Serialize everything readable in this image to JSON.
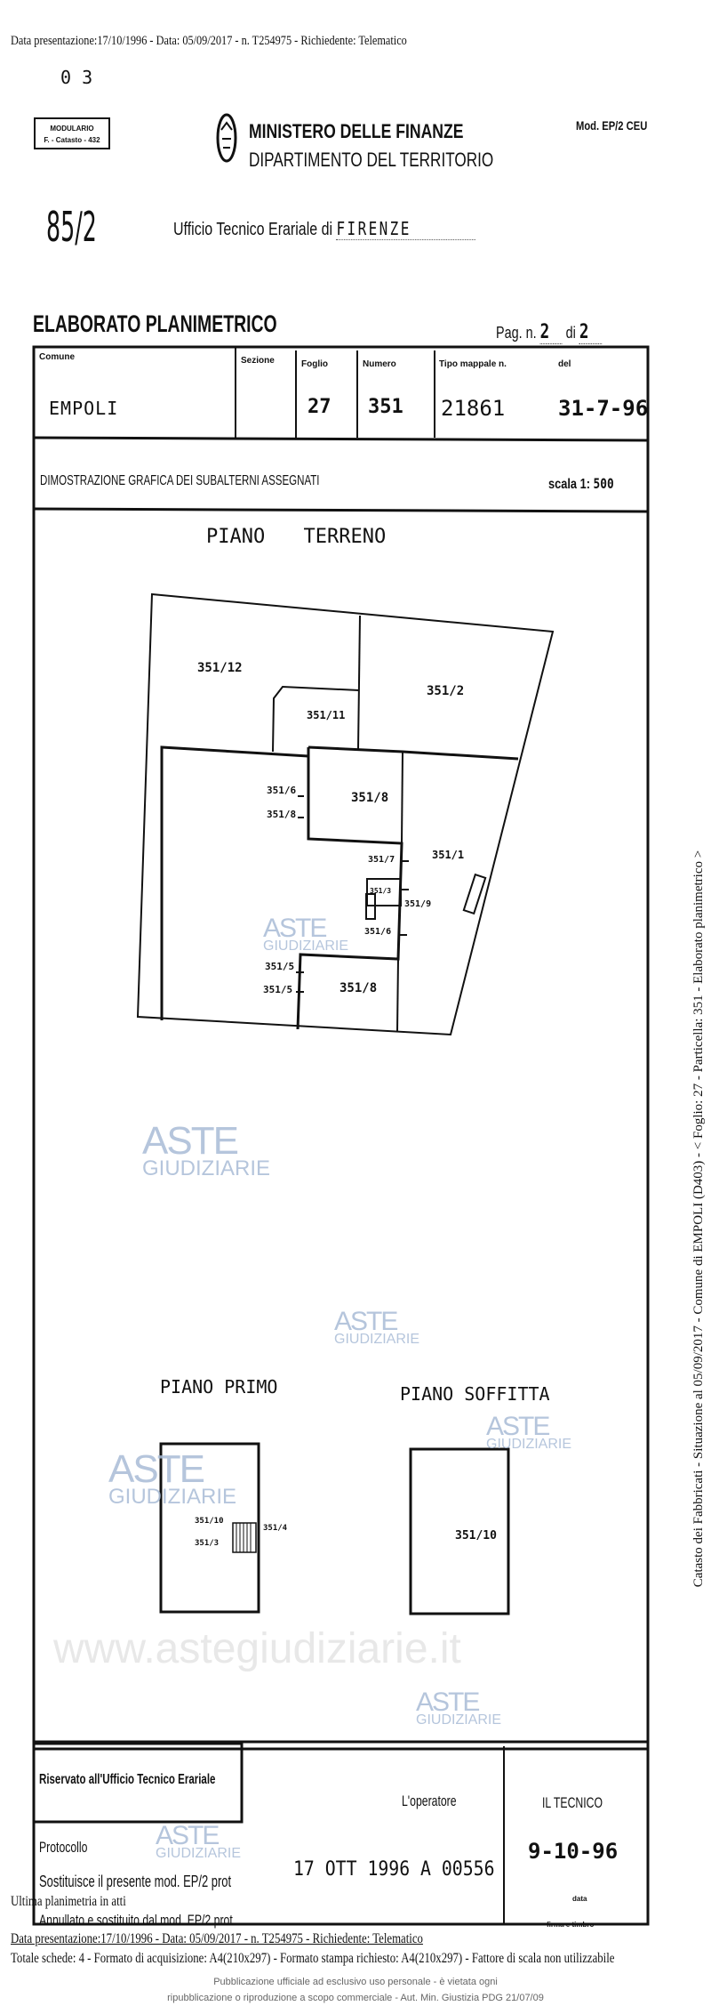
{
  "header_line": "Data presentazione:17/10/1996 - Data: 05/09/2017 - n. T254975 - Richiedente: Telematico",
  "corner_note": "0 3",
  "modulario": {
    "line1": "MODULARIO",
    "line2": "F. - Catasto - 432"
  },
  "ministry": {
    "title": "MINISTERO DELLE FINANZE",
    "subtitle": "DIPARTIMENTO DEL TERRITORIO",
    "emblem_icon": "italian-emblem"
  },
  "model": "Mod. EP/2 CEU",
  "handwritten_code": "85/2",
  "office": {
    "label": "Ufficio Tecnico Erariale di",
    "value": "FIRENZE"
  },
  "doc_title": "ELABORATO PLANIMETRICO",
  "page": {
    "label_pag": "Pag. n.",
    "current": "2",
    "label_di": "di",
    "total": "2"
  },
  "table": {
    "headers": {
      "comune": "Comune",
      "sezione": "Sezione",
      "foglio": "Foglio",
      "numero": "Numero",
      "tipo": "Tipo mappale n.",
      "del": "del"
    },
    "values": {
      "comune": "EMPOLI",
      "sezione": "",
      "foglio": "27",
      "numero": "351",
      "tipo": "21861",
      "del": "31-7-96"
    }
  },
  "section_title": "DIMOSTRAZIONE GRAFICA DEI SUBALTERNI ASSEGNATI",
  "scale": {
    "label": "scala 1:",
    "value": "500"
  },
  "plans": {
    "terreno": {
      "title": "PIANO TERRENO",
      "labels": [
        "351/12",
        "351/2",
        "351/11",
        "351/8",
        "351/1",
        "351/8",
        "351/6",
        "351/8",
        "351/7",
        "351/9",
        "351/6",
        "351/5",
        "351/5",
        "351/3"
      ]
    },
    "primo": {
      "title": "PIANO PRIMO",
      "labels": [
        "351/10",
        "351/3",
        "351/4"
      ]
    },
    "soffitta": {
      "title": "PIANO SOFFITTA",
      "labels": [
        "351/10"
      ]
    }
  },
  "footer_box": {
    "riservato": "Riservato all'Ufficio Tecnico Erariale",
    "operatore": "L'operatore",
    "tecnico": "IL TECNICO",
    "tecnico_date": "9-10-96",
    "data_label": "data",
    "firma_label": "firma e timbro",
    "protocollo": "Protocollo",
    "protocollo_value": "17 OTT 1996 A 00556",
    "sostituisce": "Sostituisce il presente mod. EP/2 prot",
    "annullato": "Annullato e sostituito dal mod. EP/2 prot"
  },
  "ultima": "Ultima planimetria in atti",
  "footer_line1": "Data presentazione:17/10/1996 - Data: 05/09/2017 - n. T254975 - Richiedente: Telematico",
  "footer_line2": "Totale schede: 4 - Formato di acquisizione: A4(210x297) - Formato stampa richiesto: A4(210x297) - Fattore di scala non utilizzabile",
  "publication": {
    "line1": "Pubblicazione ufficiale ad esclusivo uso personale - è vietata ogni",
    "line2": "ripubblicazione o riproduzione a scopo commerciale - Aut. Min. Giustizia PDG 21/07/09"
  },
  "side_text": "Catasto dei Fabbricati - Situazione al 05/09/2017 - Comune di EMPOLI (D403) - < Foglio: 27 - Particella: 351 - Elaborato planimetrico >",
  "watermark": {
    "line1": "ASTE",
    "line2": "GIUDIZIARIE",
    "url": "www.astegiudiziarie.it",
    "color": "#a9bcd6"
  }
}
